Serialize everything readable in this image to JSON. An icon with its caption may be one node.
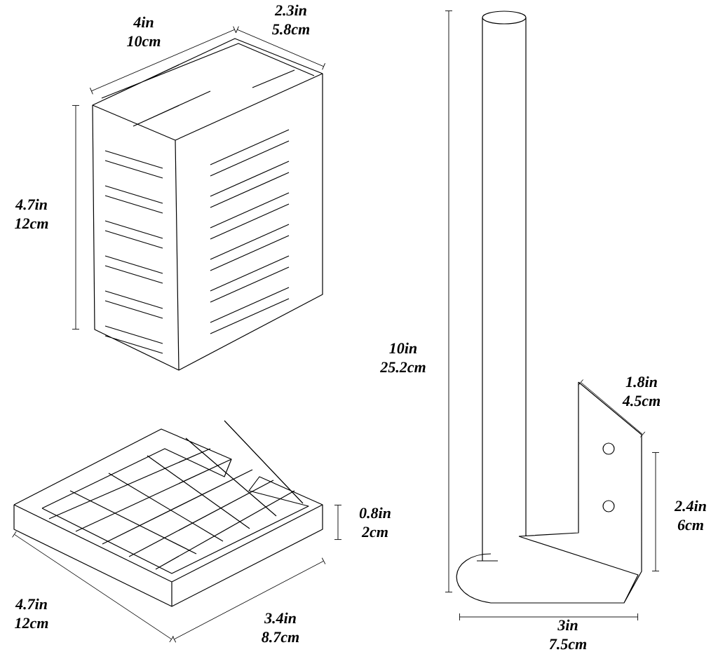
{
  "diagram": {
    "labels": [
      "4in 10cm",
      "2.3in 5.8cm",
      "4.7in 12cm",
      "10in 25.2cm",
      "1.8in 4.5cm",
      "0.8in 2cm",
      "2.4in 6cm",
      "4.7in 12cm",
      "3.4in 8.7cm",
      "3in 7.5cm"
    ]
  }
}
